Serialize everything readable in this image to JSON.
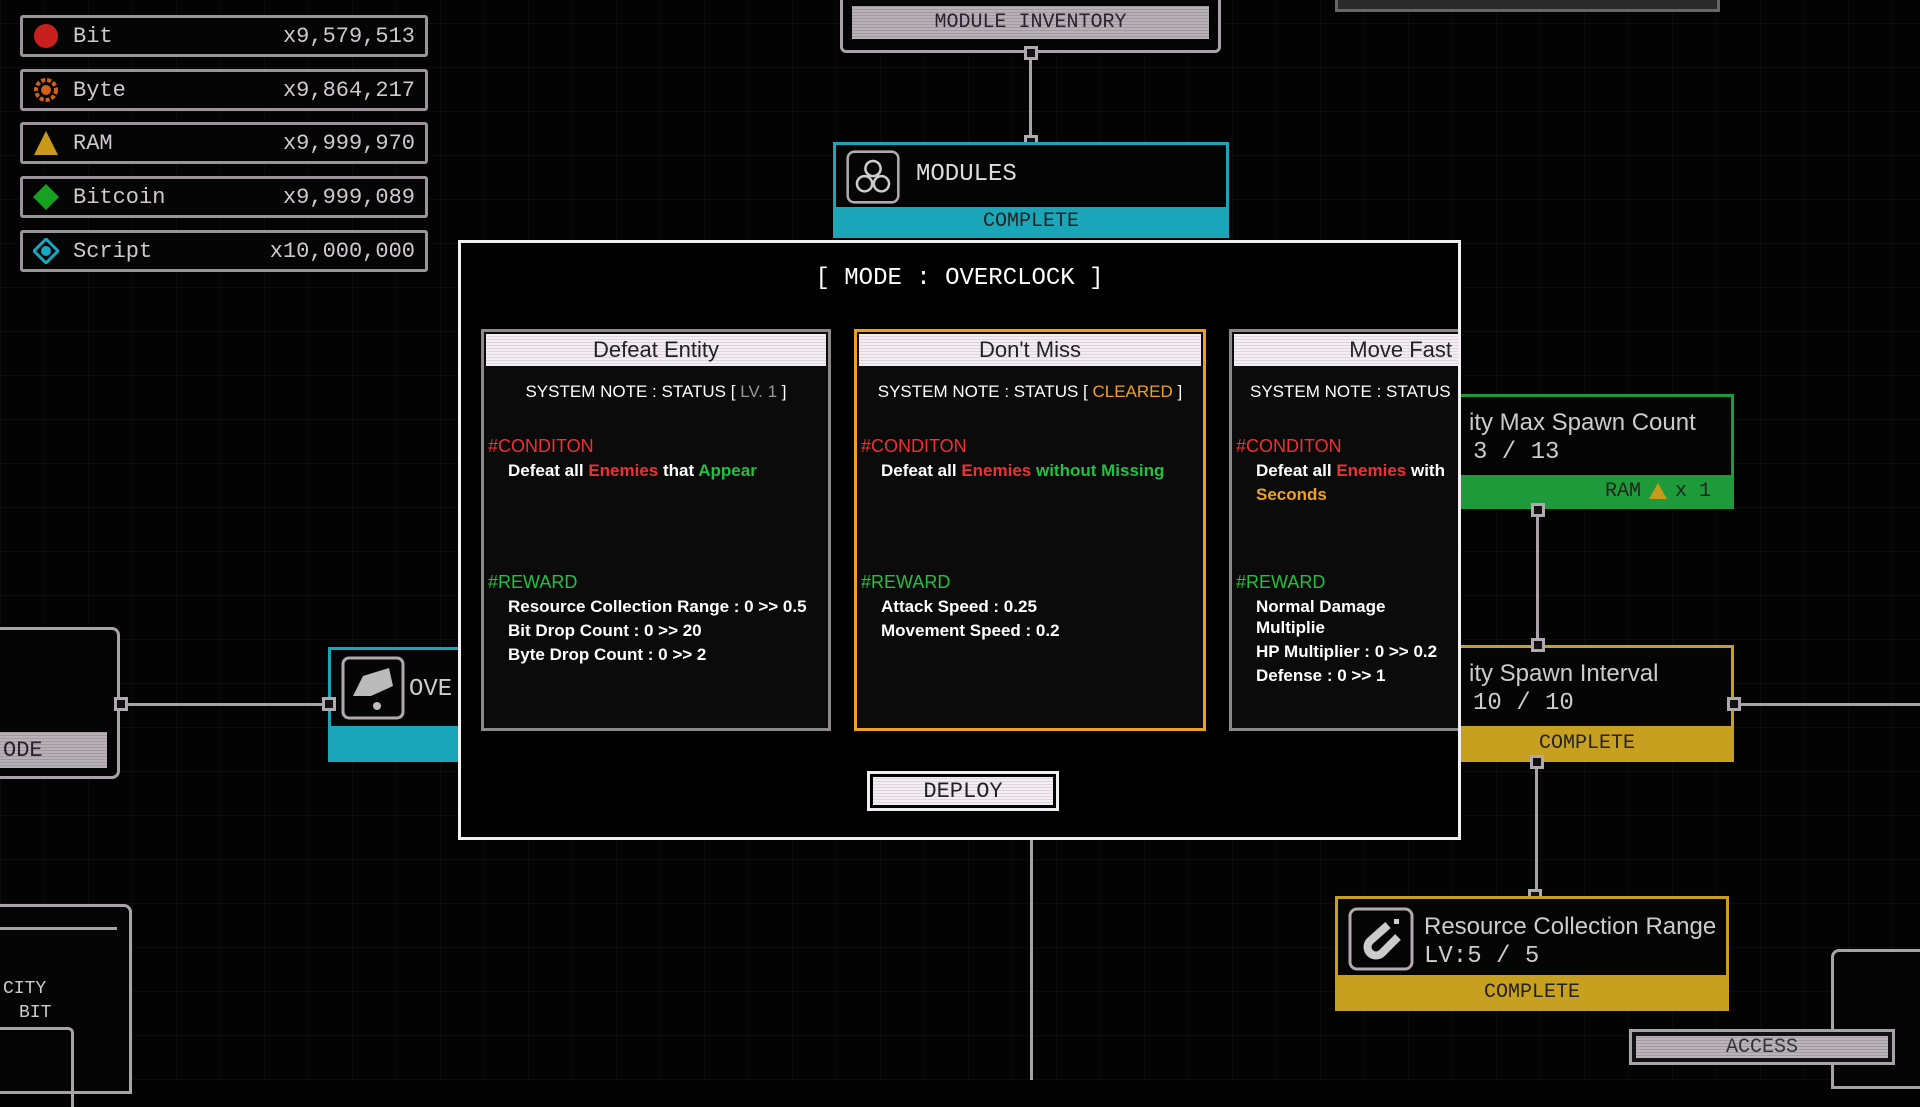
{
  "resources": [
    {
      "name": "Bit",
      "amount": "x9,579,513",
      "icon": "red-circle-icon",
      "color": "#c8201a"
    },
    {
      "name": "Byte",
      "amount": "x9,864,217",
      "icon": "orange-gear-icon",
      "color": "#d0601a"
    },
    {
      "name": "RAM",
      "amount": "x9,999,970",
      "icon": "yellow-triangle-icon",
      "color": "#c89a18"
    },
    {
      "name": "Bitcoin",
      "amount": "x9,999,089",
      "icon": "green-diamond-icon",
      "color": "#18a020"
    },
    {
      "name": "Script",
      "amount": "x10,000,000",
      "icon": "cyan-diamond-icon",
      "color": "#18a8c0"
    }
  ],
  "tree": {
    "module_inventory": "MODULE INVENTORY",
    "modules": {
      "title": "MODULES",
      "status": "COMPLETE"
    },
    "max_spawn": {
      "title": "ity Max Spawn Count",
      "level": "3 / 13",
      "cost_label": "RAM",
      "cost_qty": "x 1"
    },
    "spawn_interval": {
      "title": "ity Spawn Interval",
      "level": "10 / 10",
      "status": "COMPLETE"
    },
    "resource_range": {
      "title": "Resource Collection Range",
      "level": "LV:5 / 5",
      "status": "COMPLETE"
    },
    "access": "ACCESS",
    "mode_partial": "ODE",
    "overclock_partial": "OVE",
    "bottom_left": [
      "CITY",
      "BIT"
    ]
  },
  "modal": {
    "title": "[ MODE : OVERCLOCK ]",
    "deploy": "DEPLOY",
    "cards": [
      {
        "title": "Defeat Entity",
        "status_prefix": "SYSTEM NOTE : STATUS [ ",
        "status": "LV. 1",
        "status_suffix": " ]",
        "condition_label": "#CONDITON",
        "cond": [
          "Defeat all ",
          "Enemies",
          " that ",
          "Appear"
        ],
        "reward_label": "#REWARD",
        "rewards": [
          "Resource Collection Range : 0 >> 0.5",
          "Bit Drop Count : 0 >> 20",
          "Byte Drop Count : 0 >> 2"
        ]
      },
      {
        "title": "Don't Miss",
        "status_prefix": "SYSTEM NOTE : STATUS [ ",
        "status": "CLEARED",
        "status_suffix": " ]",
        "condition_label": "#CONDITON",
        "cond": [
          "Defeat all ",
          "Enemies",
          " ",
          "without Missing"
        ],
        "reward_label": "#REWARD",
        "rewards": [
          "Attack Speed : 0.25",
          "Movement Speed : 0.2"
        ],
        "selected": true
      },
      {
        "title": "Move Fast",
        "status_prefix": "SYSTEM NOTE : STATUS ",
        "status": "",
        "status_suffix": "",
        "condition_label": "#CONDITON",
        "cond": [
          "Defeat all ",
          "Enemies",
          " with",
          "Seconds"
        ],
        "reward_label": "#REWARD",
        "rewards": [
          "Normal Damage Multiplie",
          "HP Multiplier : 0 >> 0.2",
          "Defense : 0 >> 1"
        ]
      }
    ]
  },
  "colors": {
    "accent_cyan": "#1aa6b8",
    "accent_gold": "#c8a020",
    "accent_green": "#1f9a3a",
    "selected": "#f0a020"
  }
}
